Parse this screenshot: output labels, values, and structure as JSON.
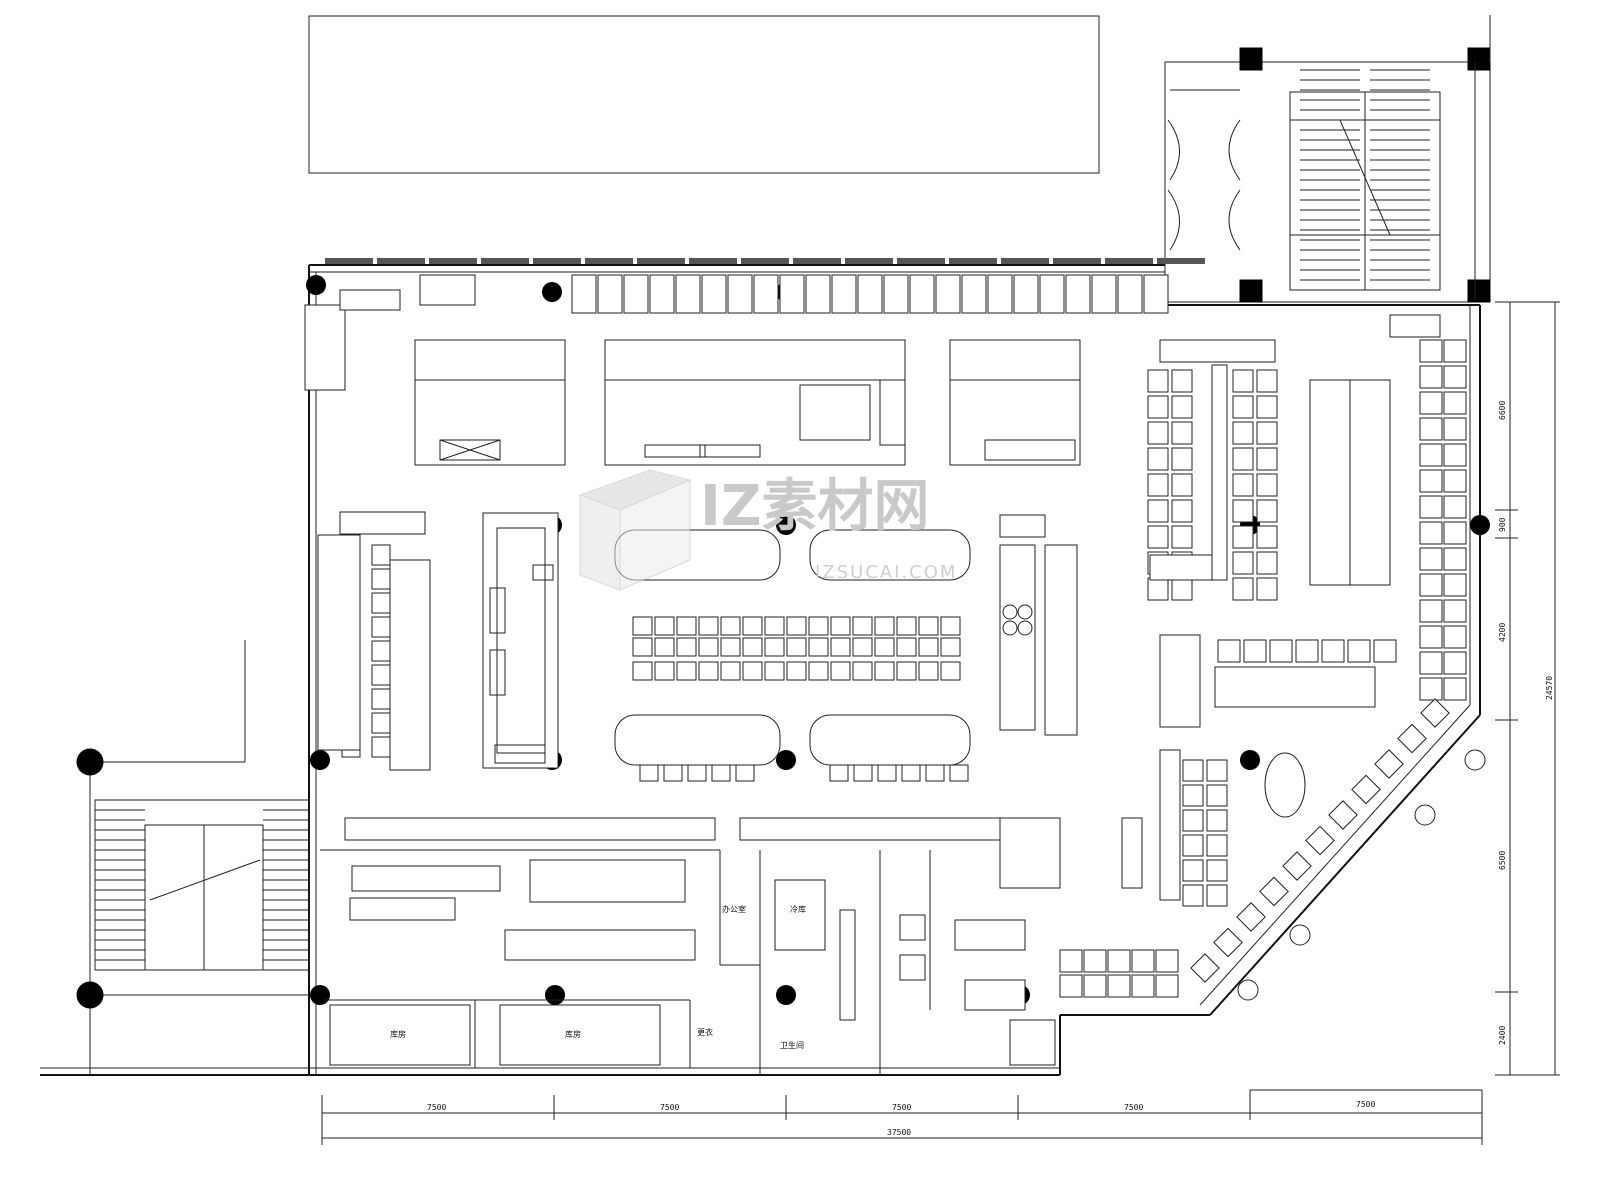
{
  "dimensions": {
    "bottom_segments": [
      "7500",
      "7500",
      "7500",
      "7500",
      "7500"
    ],
    "bottom_total": "37500",
    "right_segments": [
      "6600",
      "900",
      "4200",
      "6500",
      "2400"
    ],
    "right_total": "24570"
  },
  "rooms": {
    "storage_a": "库房",
    "storage_b": "库房",
    "office": "办公室",
    "cold_room": "冷库",
    "changing": "更衣",
    "toilet": "卫生间"
  },
  "watermark": {
    "brand": "IZ素材网",
    "url": "IZSUCAI.COM"
  }
}
